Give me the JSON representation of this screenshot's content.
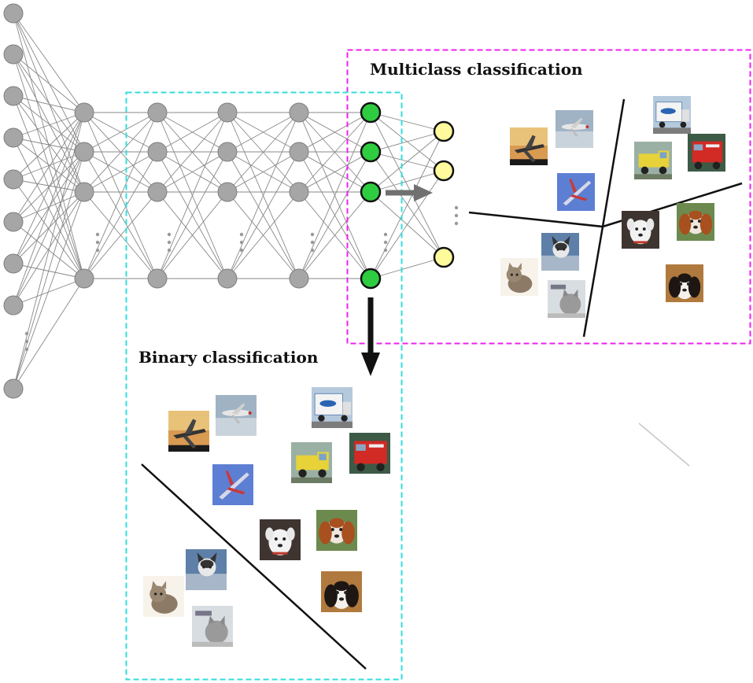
{
  "labels": {
    "multiclass": "Multiclass classification",
    "binary": "Binary classification"
  },
  "colors": {
    "hidden_node": "#a6a6a6",
    "hidden_node_stroke": "#7f7f7f",
    "green_node": "#2ecc40",
    "yellow_node": "#fffb9c",
    "multiclass_box": "#ee22ee",
    "binary_box": "#33dddd",
    "edge": "#888888"
  },
  "network": {
    "input_layer_nodes": 9,
    "hidden_layers": 4,
    "hidden_nodes_per_layer": 4,
    "green_layer_nodes": 4,
    "output_nodes": 3
  },
  "thumbnails": {
    "airplane": "airplane-image",
    "truck": "truck-image",
    "dog": "dog-image",
    "cat": "cat-image"
  }
}
